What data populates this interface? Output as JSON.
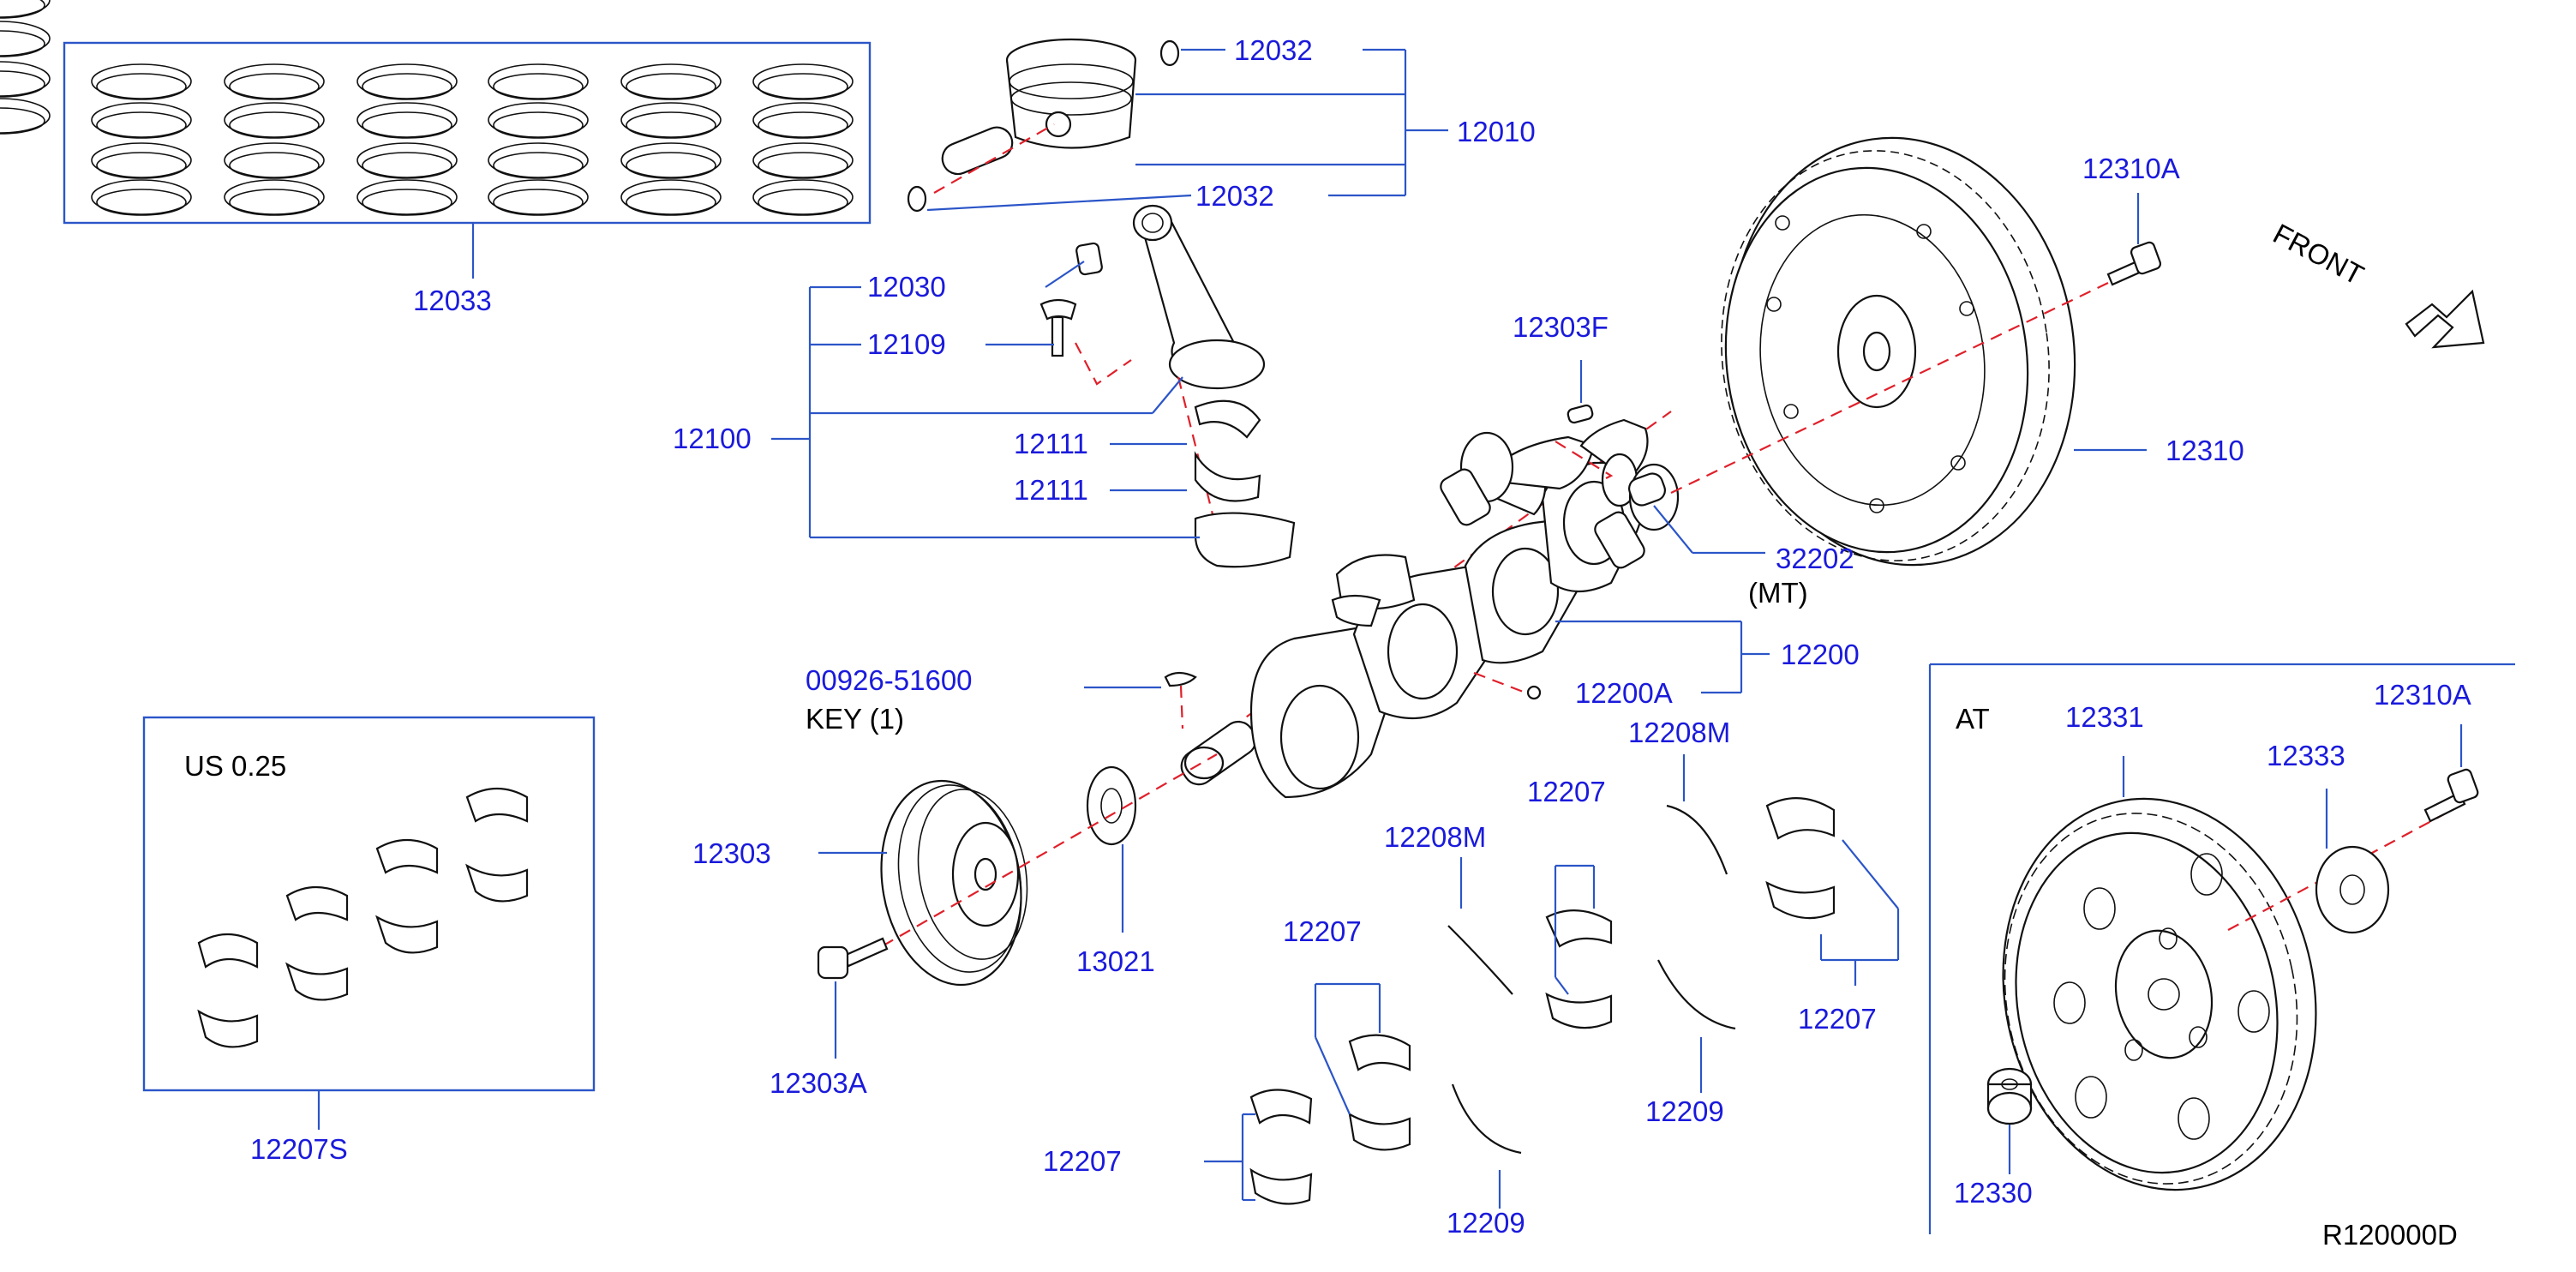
{
  "labels": {
    "p12033": "12033",
    "p12032_top": "12032",
    "p12010": "12010",
    "p12032_bottom": "12032",
    "p12030": "12030",
    "p12109": "12109",
    "p12100": "12100",
    "p12111_a": "12111",
    "p12111_b": "12111",
    "p12303F": "12303F",
    "p12310A_flywheel": "12310A",
    "p12310": "12310",
    "p32202": "32202",
    "mt_note": "(MT)",
    "p12200": "12200",
    "p12200A": "12200A",
    "p00926": "00926-51600",
    "key_note": "KEY   (1)",
    "p12208M_right": "12208M",
    "p12207_mid": "12207",
    "p12208M_left": "12208M",
    "p12207_lower": "12207",
    "p12207_right": "12207",
    "p12207_bottom": "12207",
    "p12209_right": "12209",
    "p12209_bottom": "12209",
    "p12303": "12303",
    "p13021": "13021",
    "p12303A": "12303A",
    "us_note": "US   0.25",
    "p12207S": "12207S",
    "at_note": "AT",
    "p12331": "12331",
    "p12310A_at": "12310A",
    "p12333": "12333",
    "p12330": "12330",
    "front_note": "FRONT",
    "drawing_ref": "R120000D"
  },
  "colors": {
    "label": "#1a1adc",
    "leader": "#2b55c8",
    "center_line": "#e0202a",
    "outline": "#111111"
  }
}
